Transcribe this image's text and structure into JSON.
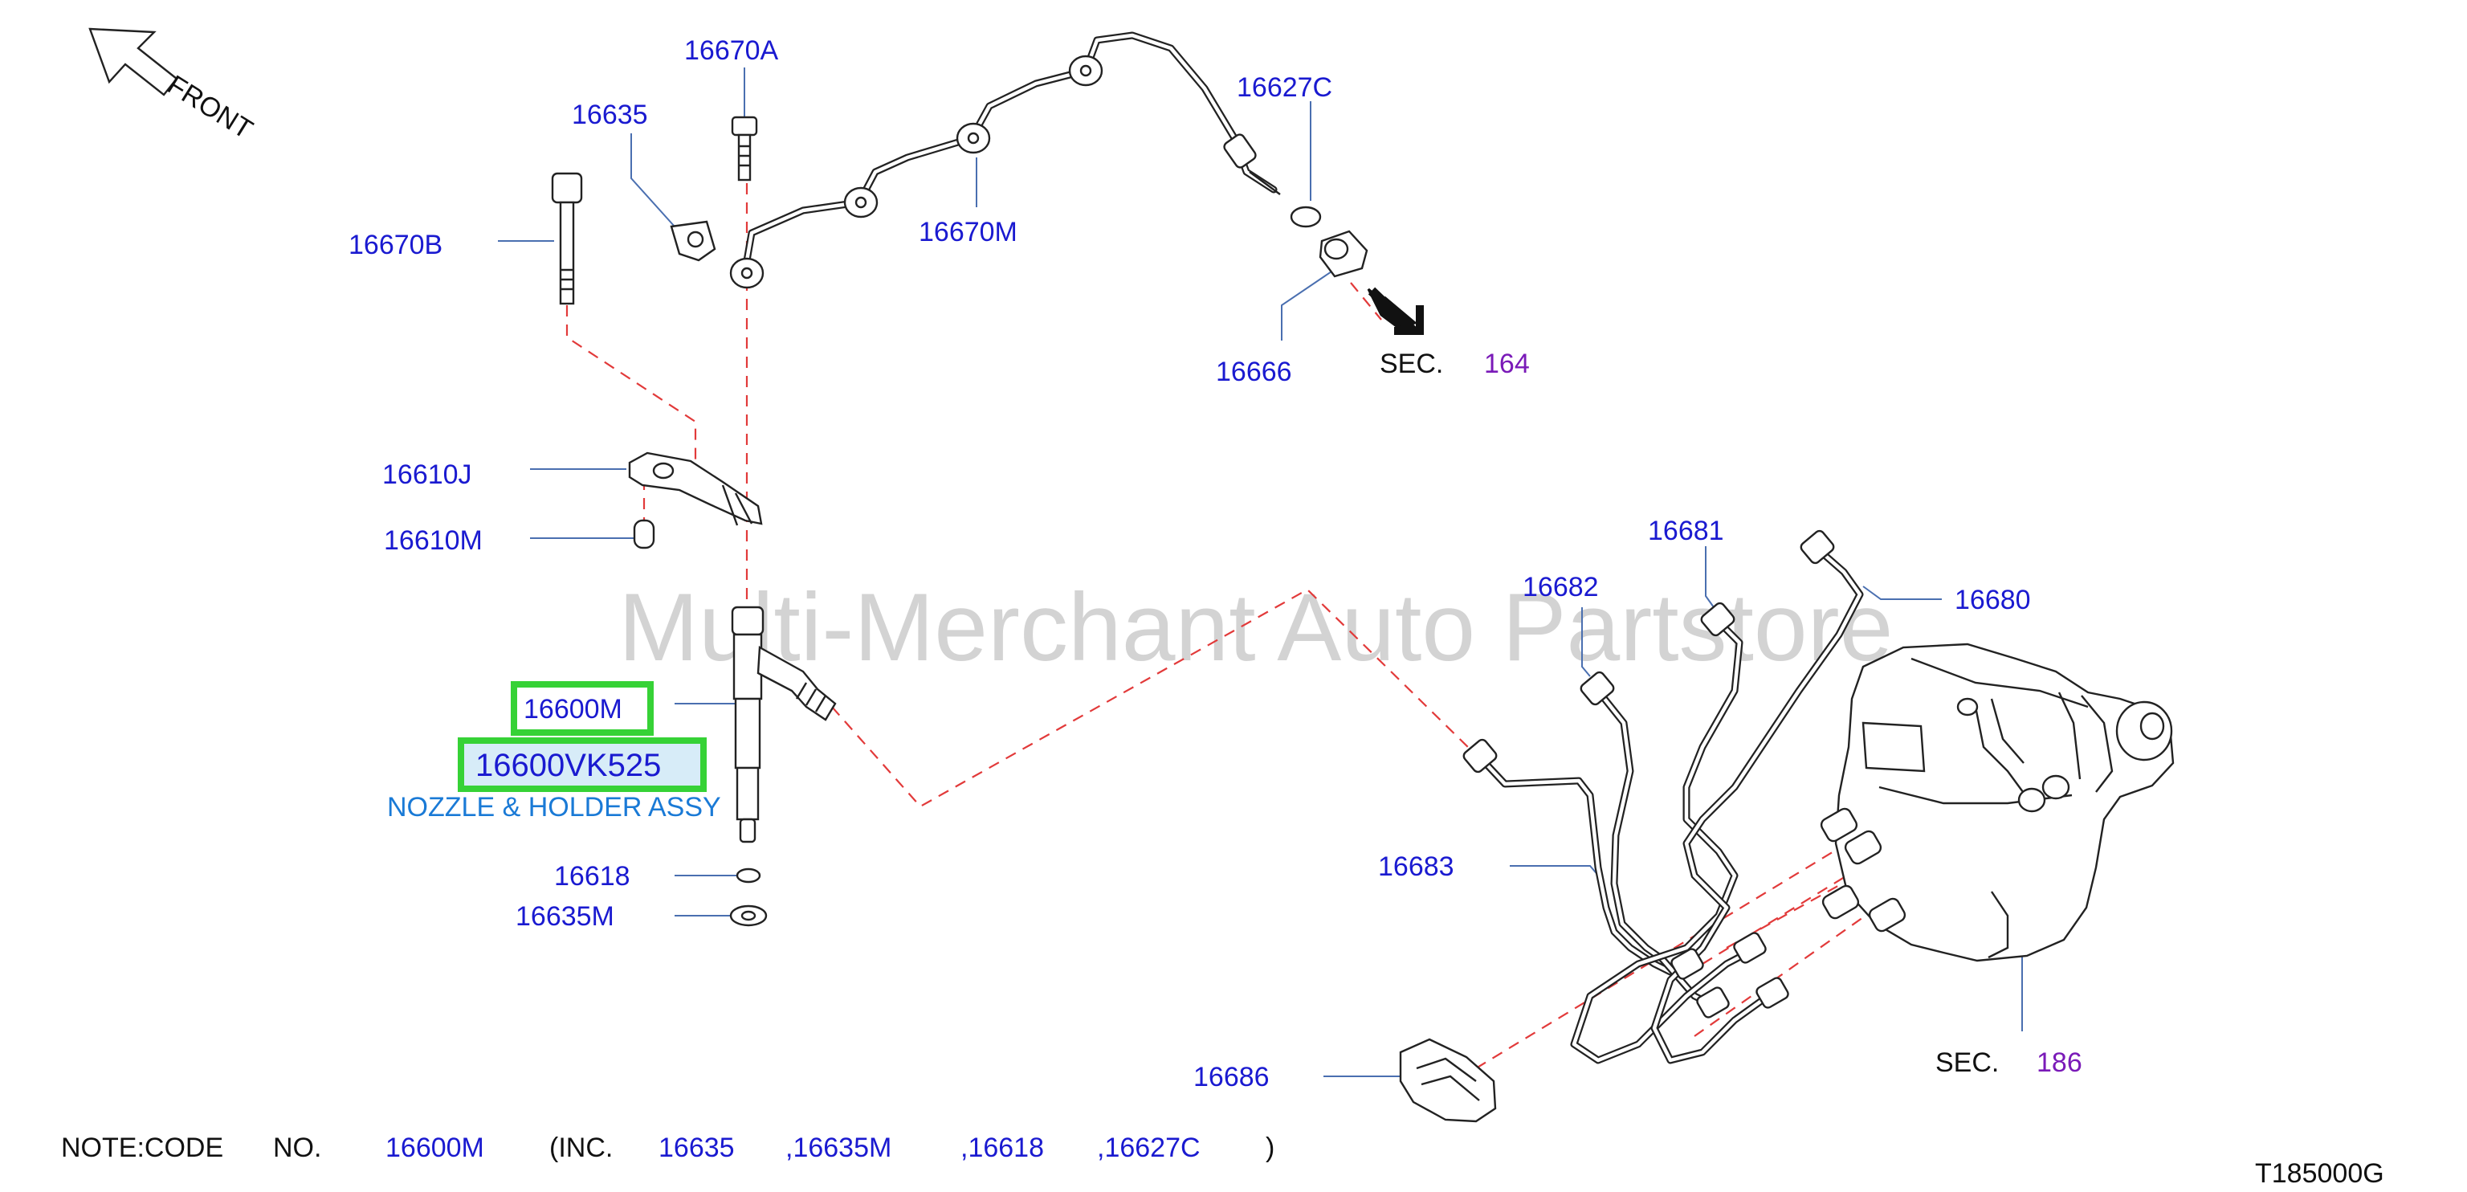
{
  "front_label": "FRONT",
  "watermark": "Multi-Merchant Auto Partstore",
  "diagram_code": "T185000G",
  "sections": [
    {
      "prefix": "SEC.",
      "number": "164"
    },
    {
      "prefix": "SEC.",
      "number": "186"
    }
  ],
  "parts": {
    "p16670A": "16670A",
    "p16635": "16635",
    "p16670B": "16670B",
    "p16670M": "16670M",
    "p16627C": "16627C",
    "p16666": "16666",
    "p16610J": "16610J",
    "p16610M": "16610M",
    "p16600M": "16600M",
    "p16600VK525": "16600VK525",
    "nozzle_desc": "NOZZLE & HOLDER ASSY",
    "p16618": "16618",
    "p16635M": "16635M",
    "p16681": "16681",
    "p16682": "16682",
    "p16680": "16680",
    "p16683": "16683",
    "p16686": "16686"
  },
  "note": {
    "label": "NOTE:CODE",
    "no": "NO.",
    "code": "16600M",
    "inc_open": "(INC.",
    "items": [
      "16635",
      ",16635M",
      ",16618",
      ",16627C"
    ],
    "close": ")"
  },
  "highlight_color": "#36d236",
  "part_number_color": "#1a1ad0",
  "section_color": "#7a1ab8"
}
